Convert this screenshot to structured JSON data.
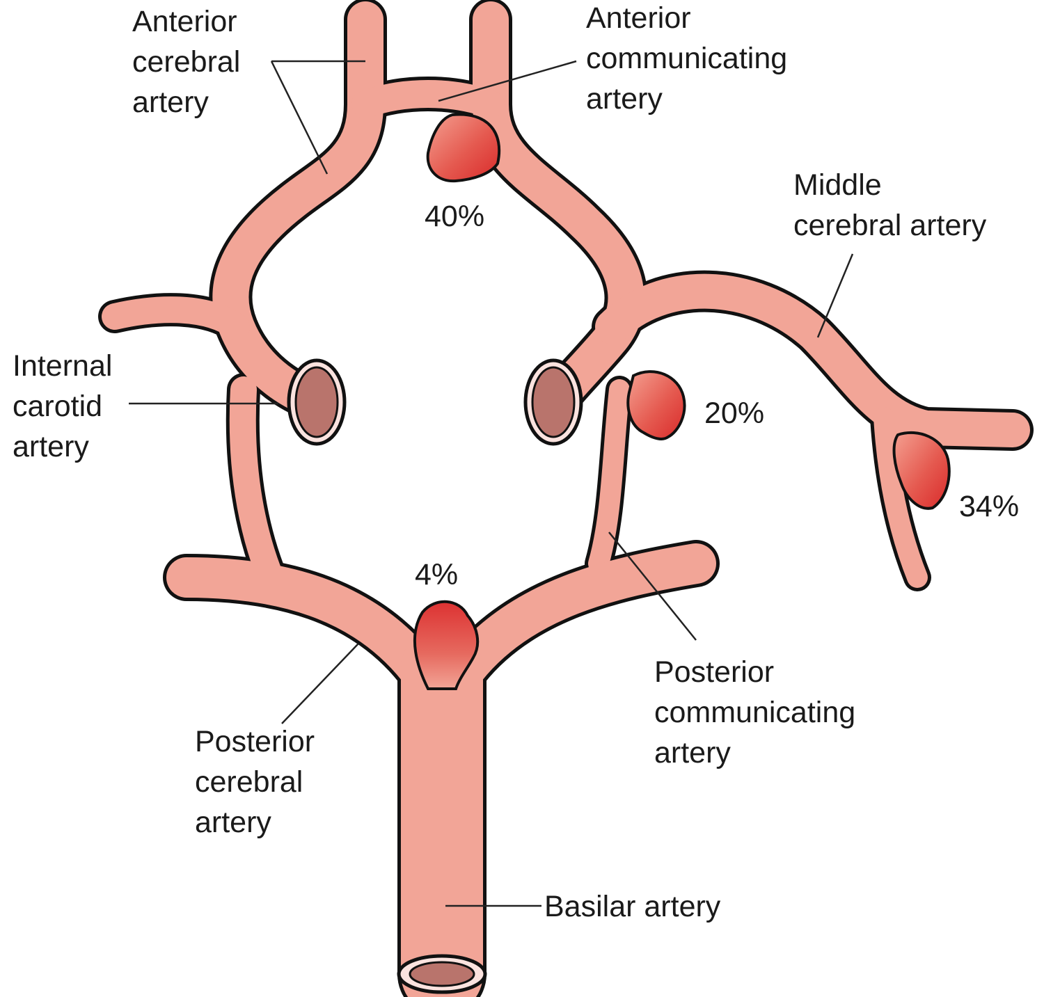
{
  "diagram": {
    "subject": "Circle of Willis — common sites of intracranial aneurysms",
    "colors": {
      "vessel": "#f2a597",
      "vessel_outline": "#111111",
      "lumen": "#b9746c",
      "aneurysm_light": "#ef8a7c",
      "aneurysm_dark": "#dd2f2f",
      "text": "#1a1a1a"
    },
    "labels": {
      "anterior_cerebral": [
        "Anterior",
        "cerebral",
        "artery"
      ],
      "anterior_communicating": [
        "Anterior",
        "communicating",
        "artery"
      ],
      "middle_cerebral": [
        "Middle",
        "cerebral artery"
      ],
      "internal_carotid": [
        "Internal",
        "carotid",
        "artery"
      ],
      "posterior_communicating": [
        "Posterior",
        "communicating",
        "artery"
      ],
      "posterior_cerebral": [
        "Posterior",
        "cerebral",
        "artery"
      ],
      "basilar": [
        "Basilar artery"
      ]
    },
    "aneurysm_sites": [
      {
        "site": "Anterior communicating artery",
        "percent": "40%"
      },
      {
        "site": "Posterior communicating artery / internal carotid junction",
        "percent": "20%"
      },
      {
        "site": "Middle cerebral artery bifurcation",
        "percent": "34%"
      },
      {
        "site": "Basilar artery tip",
        "percent": "4%"
      }
    ]
  }
}
